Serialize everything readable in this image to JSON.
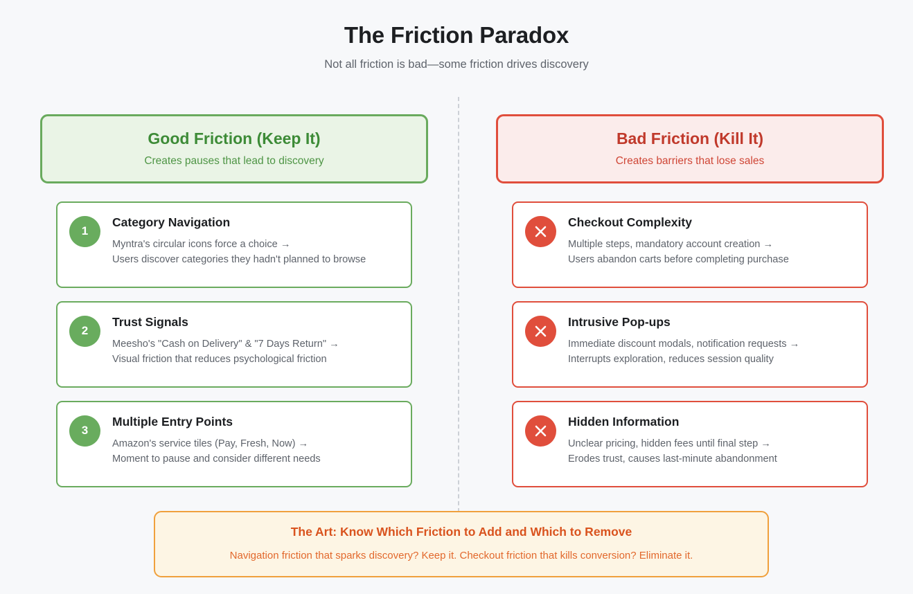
{
  "header": {
    "title": "The Friction Paradox",
    "subtitle": "Not all friction is bad—some friction drives discovery"
  },
  "colors": {
    "background": "#f7f8fa",
    "good_accent": "#69aa5d",
    "good_fill": "#eaf4e6",
    "good_title": "#3d8b37",
    "bad_accent": "#e04e3c",
    "bad_fill": "#fbeceb",
    "bad_title": "#c0392b",
    "footer_accent": "#f0a03c",
    "footer_fill": "#fdf5e4",
    "footer_title": "#d9531e",
    "divider": "#ccd0d6",
    "heading_text": "#1d1f22",
    "body_text": "#5e636b"
  },
  "columns": {
    "good": {
      "header_title": "Good Friction (Keep It)",
      "header_subtitle": "Creates pauses that lead to discovery",
      "items": [
        {
          "badge": "1",
          "badge_icon": "number-badge",
          "title": "Category Navigation",
          "line1": "Myntra's circular icons force a choice →",
          "line2": "Users discover categories they hadn't planned to browse"
        },
        {
          "badge": "2",
          "badge_icon": "number-badge",
          "title": "Trust Signals",
          "line1": "Meesho's \"Cash on Delivery\" & \"7 Days Return\" →",
          "line2": "Visual friction that reduces psychological friction"
        },
        {
          "badge": "3",
          "badge_icon": "number-badge",
          "title": "Multiple Entry Points",
          "line1": "Amazon's service tiles (Pay, Fresh, Now) →",
          "line2": "Moment to pause and consider different needs"
        }
      ]
    },
    "bad": {
      "header_title": "Bad Friction (Kill It)",
      "header_subtitle": "Creates barriers that lose sales",
      "items": [
        {
          "badge": "×",
          "badge_icon": "x-close-icon",
          "title": "Checkout Complexity",
          "line1": "Multiple steps, mandatory account creation →",
          "line2": "Users abandon carts before completing purchase"
        },
        {
          "badge": "×",
          "badge_icon": "x-close-icon",
          "title": "Intrusive Pop-ups",
          "line1": "Immediate discount modals, notification requests →",
          "line2": "Interrupts exploration, reduces session quality"
        },
        {
          "badge": "×",
          "badge_icon": "x-close-icon",
          "title": "Hidden Information",
          "line1": "Unclear pricing, hidden fees until final step →",
          "line2": "Erodes trust, causes last-minute abandonment"
        }
      ]
    }
  },
  "footer": {
    "title": "The Art: Know Which Friction to Add and Which to Remove",
    "subtitle": "Navigation friction that sparks discovery? Keep it. Checkout friction that kills conversion? Eliminate it."
  }
}
